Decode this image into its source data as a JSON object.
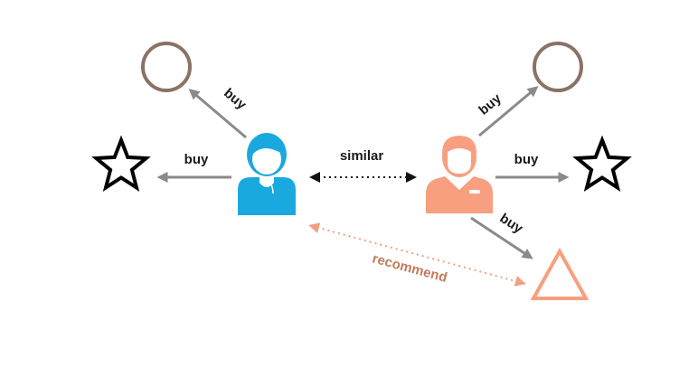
{
  "labels": {
    "buy_left_top": "buy",
    "buy_left_mid": "buy",
    "buy_right_top": "buy",
    "buy_right_mid": "buy",
    "buy_right_bottom": "buy",
    "similar": "similar",
    "recommend": "recommend"
  },
  "colors": {
    "user_a": "#1aa9df",
    "user_b": "#f79f7f",
    "circle": "#8a7266",
    "arrow": "#8a8a8a",
    "recommend": "#f0a080",
    "recommend_text": "#c47a5a"
  },
  "icons": {
    "user_a": "female-user-icon",
    "user_b": "male-user-icon",
    "items": [
      "circle-item-icon",
      "star-item-icon",
      "triangle-item-icon"
    ]
  }
}
